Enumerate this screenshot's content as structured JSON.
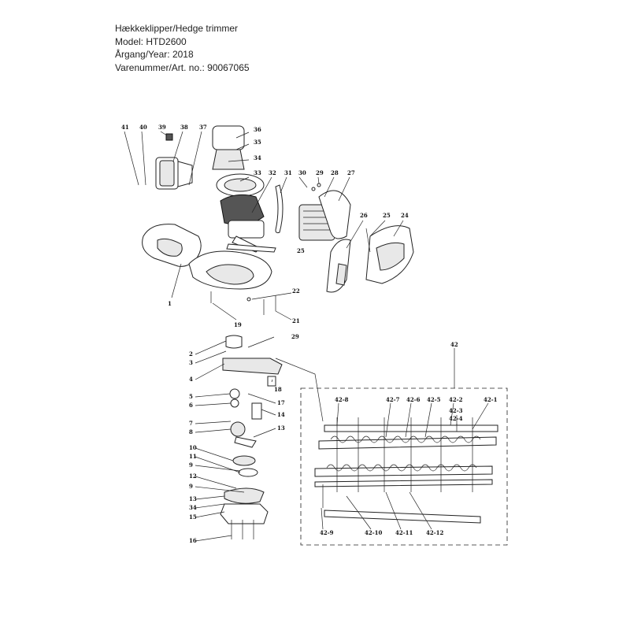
{
  "header": {
    "line1": "Hækkeklipper/Hedge trimmer",
    "line2": "Model: HTD2600",
    "line3": "Årgang/Year: 2018",
    "line4": "Varenummer/Art. no.: 90067065"
  },
  "callouts": {
    "c41": "41",
    "c40": "40",
    "c39": "39",
    "c38": "38",
    "c37": "37",
    "c36": "36",
    "c35": "35",
    "c34": "34",
    "c33": "33",
    "c32": "32",
    "c31": "31",
    "c30": "30",
    "c29a": "29",
    "c28": "28",
    "c27": "27",
    "c26": "26",
    "c25a": "25",
    "c24": "24",
    "c25b": "25",
    "c1": "1",
    "c22": "22",
    "c19": "19",
    "c21": "21",
    "c2": "2",
    "c3": "3",
    "c29b": "29",
    "c4": "4",
    "c18": "18",
    "c5": "5",
    "c6": "6",
    "c17": "17",
    "c7": "7",
    "c14": "14",
    "c8": "8",
    "c13": "13",
    "c10": "10",
    "c11": "11",
    "c9a": "9",
    "c12": "12",
    "c9b": "9",
    "c13b": "13",
    "c34b": "34",
    "c15": "15",
    "c16": "16",
    "c42": "42",
    "c42_8": "42-8",
    "c42_7": "42-7",
    "c42_6": "42-6",
    "c42_5": "42-5",
    "c42_2": "42-2",
    "c42_1": "42-1",
    "c42_3": "42-3",
    "c42_4": "42-4",
    "c42_9": "42-9",
    "c42_10": "42-10",
    "c42_11": "42-11",
    "c42_12": "42-12"
  }
}
